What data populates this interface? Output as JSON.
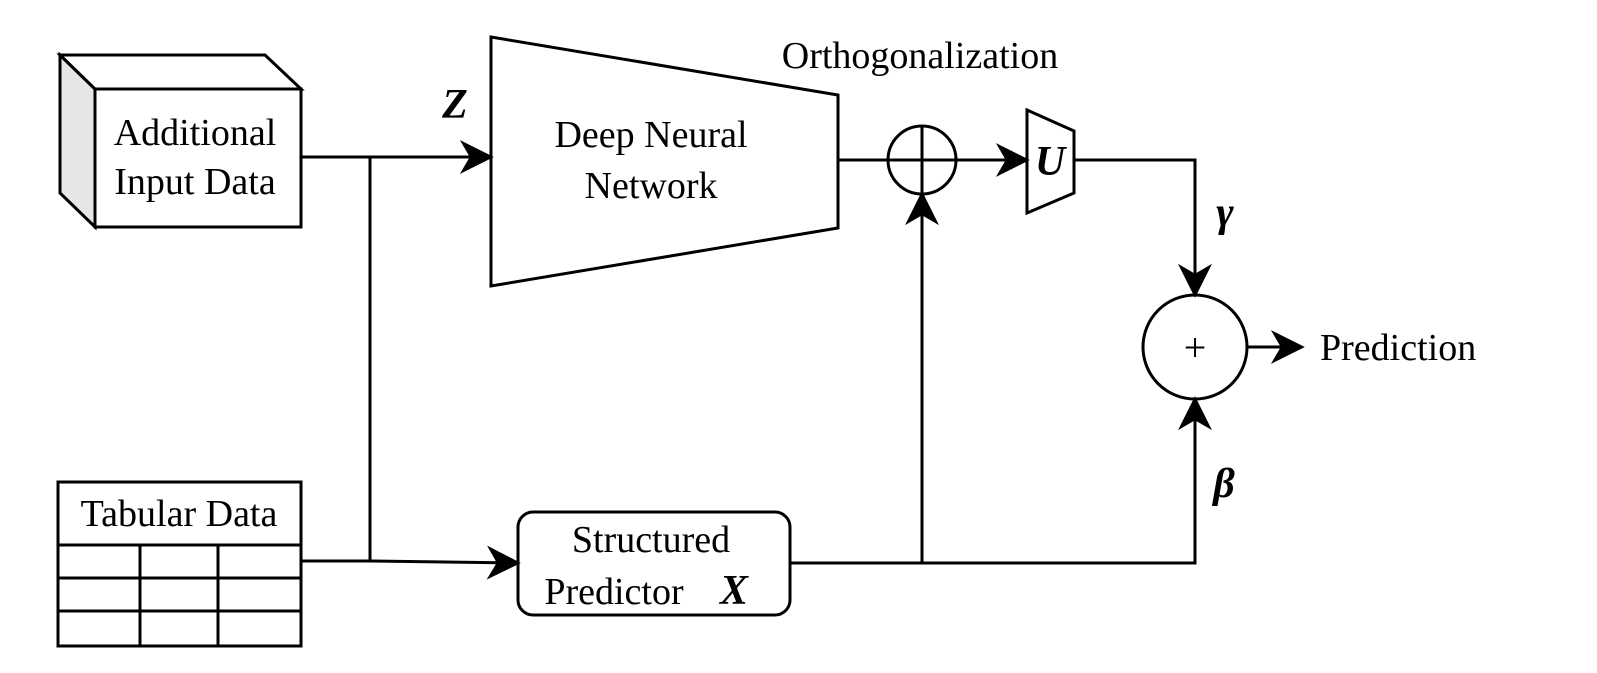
{
  "nodes": {
    "additional_input": {
      "line1": "Additional",
      "line2": "Input Data"
    },
    "tabular": {
      "label": "Tabular Data"
    },
    "dnn": {
      "line1": "Deep Neural",
      "line2": "Network"
    },
    "orthogonalization": {
      "label": "Orthogonalization"
    },
    "u_layer": {
      "symbol": "U"
    },
    "structured": {
      "line1": "Structured",
      "line2_text": "Predictor",
      "line2_symbol": "X"
    },
    "sum": {
      "symbol": "+"
    },
    "output": {
      "label": "Prediction"
    }
  },
  "edge_labels": {
    "z": "Z",
    "gamma": "γ",
    "beta": "β"
  }
}
